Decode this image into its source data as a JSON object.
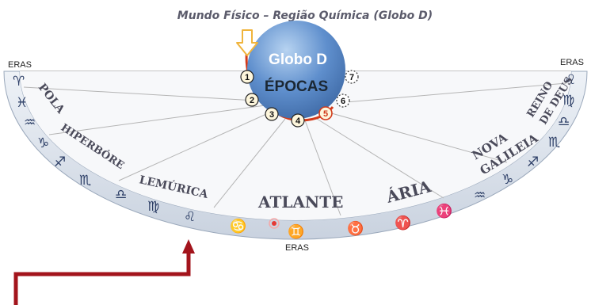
{
  "title": "Mundo Físico – Região Química (Globo D)",
  "eras_left": "ERAS",
  "eras_right": "ERAS",
  "eras_bottom": "ERAS",
  "globe": {
    "name": "Globo D",
    "subtitle": "ÉPOCAS"
  },
  "epochs": [
    "1",
    "2",
    "3",
    "4",
    "5",
    "6",
    "7"
  ],
  "ages": {
    "polar": "POLAR",
    "hiperborea": "HIPERBÓREA",
    "lemurica": "LEMÚRICA",
    "atlante": "ATLANTE",
    "aria": "ÁRIA",
    "nova_galileia": "NOVA GALILEIA",
    "reino_de_deus": "REINO DE DEUS"
  },
  "zodiac_left": [
    "♈",
    "♓",
    "♒",
    "♑",
    "♐",
    "♏",
    "♎",
    "♍",
    "♌"
  ],
  "zodiac_bottom": [
    "♋",
    "♊",
    "♉",
    "♈",
    "♓",
    "♒",
    "♑",
    "♐"
  ],
  "zodiac_right": [
    "♌",
    "♍",
    "♎",
    "♏"
  ],
  "colors": {
    "globe": "#4a79b8",
    "epoch_arc": "#d23a1a",
    "arrow": "#a3141c",
    "pointer": "#f0b43c"
  }
}
